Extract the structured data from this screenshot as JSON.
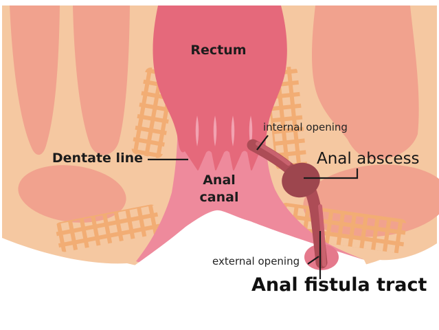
{
  "diagram": {
    "type": "medical-anatomy-illustration",
    "subject": "Anal fistula, abscess and anal canal cross-section",
    "labels": {
      "rectum": "Rectum",
      "dentate_line": "Dentate line",
      "anal_canal": "Anal\ncanal",
      "internal_opening": "internal opening",
      "anal_abscess": "Anal abscess",
      "external_opening": "external opening",
      "anal_fistula_tract": "Anal fistula tract"
    },
    "colors": {
      "background": "#ffffff",
      "skin_peach": "#f5c8a1",
      "muscle_salmon": "#f1a28e",
      "sphincter_lattice": "#f2ad74",
      "rectum_pink": "#e5697b",
      "anal_canal_pink": "#ee8a9c",
      "anal_column_streak": "#f2a3b1",
      "external_opening_pink": "#e5798c",
      "fistula_red": "#ad4c56",
      "fistula_highlight": "#c9626e",
      "abscess_dark_red": "#9d464e",
      "leader_line": "#1a1a1a",
      "label_text": "#1c1c1c"
    }
  }
}
